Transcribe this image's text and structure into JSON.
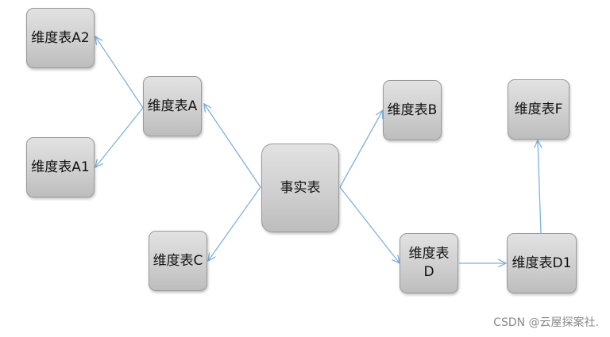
{
  "nodes": {
    "a2": {
      "label": "维度表A2"
    },
    "a": {
      "label": "维度表A"
    },
    "a1": {
      "label": "维度表A1"
    },
    "c": {
      "label": "维度表C"
    },
    "fact": {
      "label": "事实表"
    },
    "b": {
      "label": "维度表B"
    },
    "d": {
      "label": "维度表D"
    },
    "d1": {
      "label": "维度表D1"
    },
    "f": {
      "label": "维度表F"
    }
  },
  "edges": [
    {
      "from": "fact",
      "to": "a"
    },
    {
      "from": "a",
      "to": "a2"
    },
    {
      "from": "a",
      "to": "a1"
    },
    {
      "from": "fact",
      "to": "c"
    },
    {
      "from": "fact",
      "to": "b"
    },
    {
      "from": "fact",
      "to": "d"
    },
    {
      "from": "d",
      "to": "d1"
    },
    {
      "from": "d1",
      "to": "f"
    }
  ],
  "colors": {
    "edge": "#7fb2dd",
    "node_border": "#9a9a9a"
  },
  "watermark": "CSDN @云屋探案社."
}
